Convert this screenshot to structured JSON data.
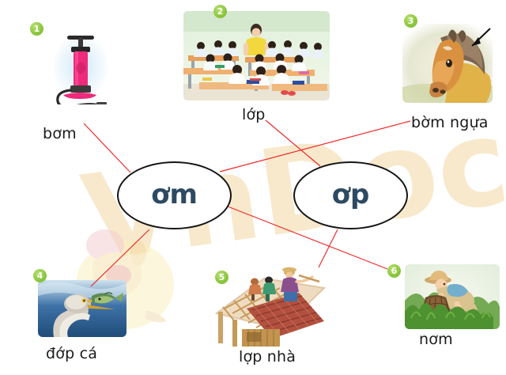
{
  "page": {
    "background_color": "#ffffff",
    "line_color": "#ee2b2b",
    "bubble_text_color": "#2e4a63",
    "badge_color": "#8cc63f",
    "watermark_text": "VnDoc"
  },
  "bubbles": [
    {
      "id": "om",
      "label": "ơm"
    },
    {
      "id": "op",
      "label": "ơp"
    }
  ],
  "items": [
    {
      "number": "1",
      "caption": "bơm",
      "icon": "bicycle-pump-photo",
      "connects_to": "ơm"
    },
    {
      "number": "2",
      "caption": "lớp",
      "icon": "classroom-photo",
      "connects_to": "ơp"
    },
    {
      "number": "3",
      "caption": "bờm ngựa",
      "icon": "horse-mane-photo",
      "connects_to": "ơm"
    },
    {
      "number": "4",
      "caption": "đớp cá",
      "icon": "bird-catching-fish-photo",
      "connects_to": "ơm"
    },
    {
      "number": "5",
      "caption": "lợp nhà",
      "icon": "roof-tiling-photo",
      "connects_to": "ơp"
    },
    {
      "number": "6",
      "caption": "nơm",
      "icon": "fishing-basket-photo",
      "connects_to": "ơm"
    }
  ]
}
